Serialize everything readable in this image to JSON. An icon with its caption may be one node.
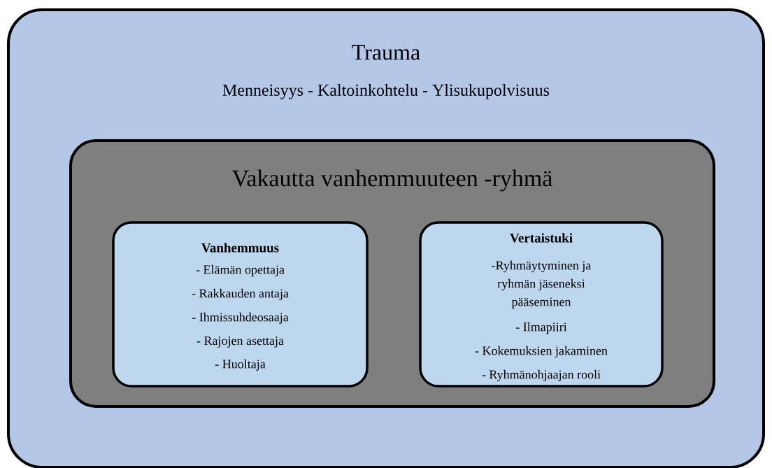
{
  "diagram": {
    "nodes": [
      {
        "text": [
          "Trauma",
          "Menneisyys - Kaltoinkohtelu - Ylisukupolvisuus"
        ]
      },
      {
        "text": [
          "Vakautta vanhemmuuteen -ryhmä"
        ],
        "in": 0
      },
      {
        "text": [
          "Vanhemmuus",
          "- Elämän opettaja",
          "- Rakkauden antaja",
          "- Ihmissuhdeosaaja",
          "- Rajojen asettaja",
          "- Huoltaja"
        ],
        "in": 1
      },
      {
        "text": [
          "Vertaistuki",
          "-Ryhmäytyminen ja ryhmän jäseneksi pääseminen",
          "- Ilmapiiri",
          "- Kokemuksien jakaminen",
          "- Ryhmänohjaajan rooli"
        ],
        "in": 1
      }
    ]
  }
}
